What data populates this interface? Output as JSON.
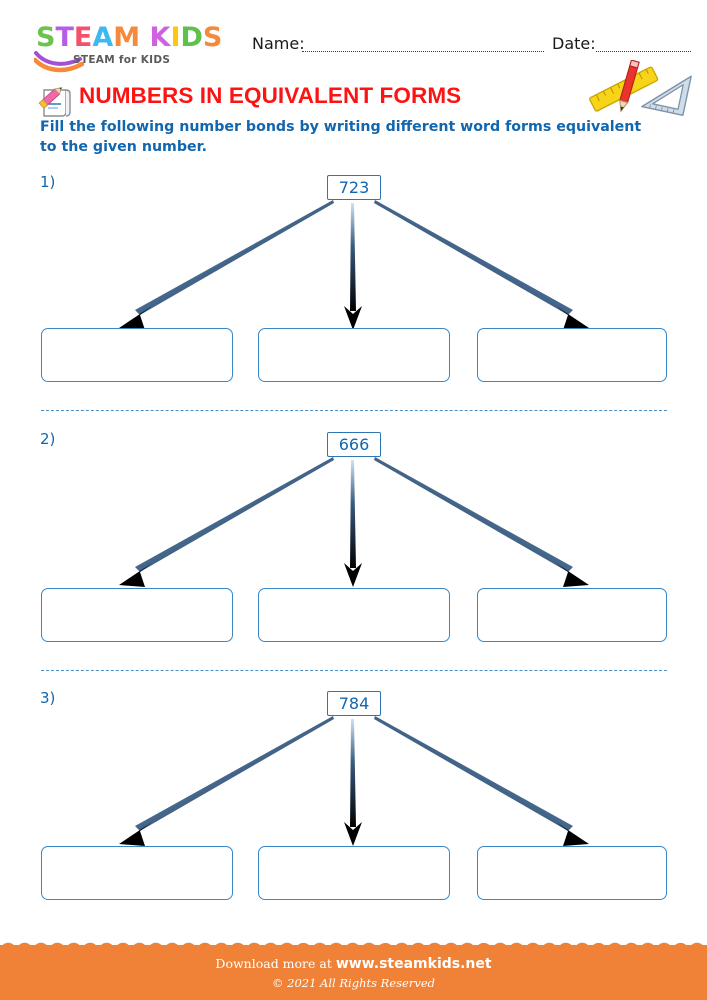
{
  "brand": {
    "logo_letters": [
      {
        "char": "S",
        "color": "#6cc24a"
      },
      {
        "char": "T",
        "color": "#b45de8"
      },
      {
        "char": "E",
        "color": "#f4516c"
      },
      {
        "char": "A",
        "color": "#3cb9f0"
      },
      {
        "char": "M",
        "color": "#f58a3c"
      },
      {
        "char": " ",
        "color": "#ffffff"
      },
      {
        "char": "K",
        "color": "#d060e0"
      },
      {
        "char": "I",
        "color": "#ffc414"
      },
      {
        "char": "D",
        "color": "#5ec24a"
      },
      {
        "char": "S",
        "color": "#f58a3c"
      }
    ],
    "logo_subtitle": "STEAM for KIDS",
    "swoosh_purple": "#a34fd6",
    "swoosh_orange": "#f58a3c"
  },
  "header": {
    "name_label": "Name:",
    "date_label": "Date:"
  },
  "title": {
    "text": "NUMBERS IN EQUIVALENT FORMS",
    "color": "#fc1414",
    "notepad_icon": "notepad-pencil-icon",
    "tools_icon": "ruler-pencil-setsquare-icon"
  },
  "instructions": {
    "text": "Fill the following number bonds by writing different word forms equivalent to the given number.",
    "color": "#1266ae"
  },
  "problems": [
    {
      "index": "1)",
      "number": "723",
      "answers": [
        "",
        "",
        ""
      ]
    },
    {
      "index": "2)",
      "number": "666",
      "answers": [
        "",
        "",
        ""
      ]
    },
    {
      "index": "3)",
      "number": "784",
      "answers": [
        "",
        "",
        ""
      ]
    }
  ],
  "footer": {
    "download_prefix": "Download more at ",
    "website": "www.steamkids.net",
    "copyright": "© 2021 All Rights Reserved",
    "background": "#ef8237"
  }
}
